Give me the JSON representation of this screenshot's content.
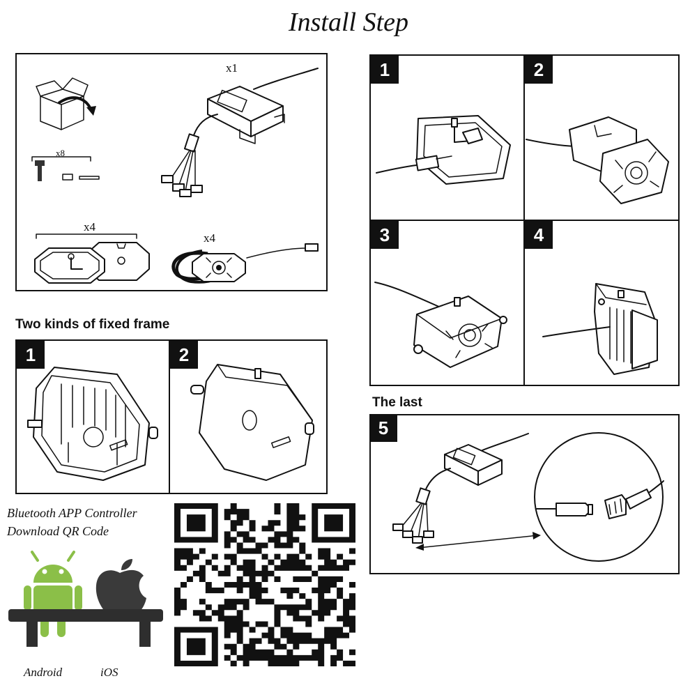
{
  "title": "Install Step",
  "package": {
    "controller_qty": "x1",
    "screw_qty": "x8",
    "frame_qty": "x4",
    "light_qty": "x4"
  },
  "fixed_frame": {
    "heading": "Two kinds of fixed frame",
    "items": [
      "1",
      "2"
    ]
  },
  "steps": [
    "1",
    "2",
    "3",
    "4"
  ],
  "last": {
    "heading": "The last",
    "step": "5"
  },
  "app": {
    "line1": "Bluetooth APP Controller",
    "line2": "Download QR Code",
    "android_label": "Android",
    "ios_label": "iOS"
  },
  "colors": {
    "android_green": "#8bbf48",
    "apple_gray": "#3a3a3a",
    "bench": "#2e2e2e"
  }
}
